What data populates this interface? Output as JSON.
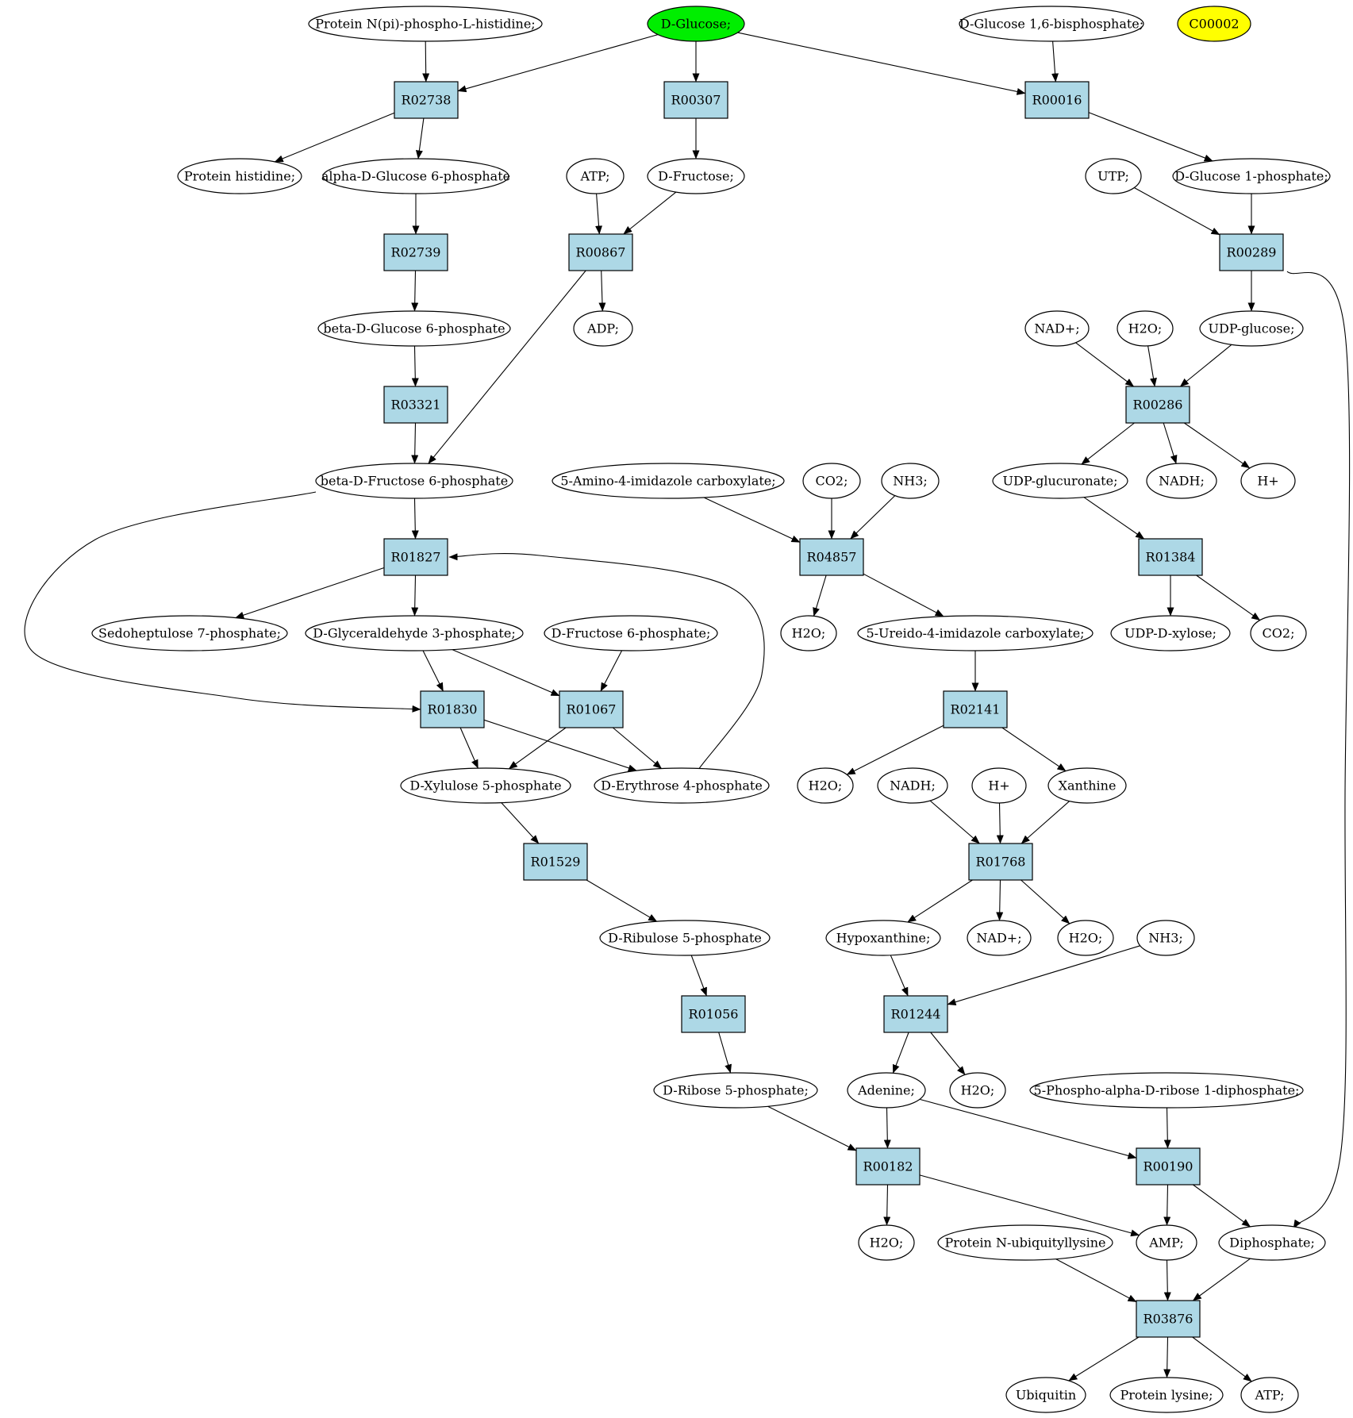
{
  "highlight_colors": {
    "start": "#00ee00",
    "marker": "#ffff00",
    "reaction": "#add8e6"
  },
  "nodes": {
    "c_pnph": {
      "label": "Protein N(pi)-phospho-L-histidine;",
      "kind": "compound"
    },
    "c_dglc": {
      "label": "D-Glucose;",
      "kind": "compound",
      "highlight": "start"
    },
    "c_dg16bp": {
      "label": "D-Glucose 1,6-bisphosphate;",
      "kind": "compound"
    },
    "c_c00002": {
      "label": "C00002",
      "kind": "compound",
      "highlight": "marker"
    },
    "r_R02738": {
      "label": "R02738",
      "kind": "reaction"
    },
    "r_R00307": {
      "label": "R00307",
      "kind": "reaction"
    },
    "r_R00016": {
      "label": "R00016",
      "kind": "reaction"
    },
    "c_phis": {
      "label": "Protein histidine;",
      "kind": "compound"
    },
    "c_ag6p": {
      "label": "alpha-D-Glucose 6-phosphate",
      "kind": "compound"
    },
    "c_atp1": {
      "label": "ATP;",
      "kind": "compound"
    },
    "c_dfru": {
      "label": "D-Fructose;",
      "kind": "compound"
    },
    "c_utp": {
      "label": "UTP;",
      "kind": "compound"
    },
    "c_g1p": {
      "label": "D-Glucose 1-phosphate;",
      "kind": "compound"
    },
    "r_R02739": {
      "label": "R02739",
      "kind": "reaction"
    },
    "r_R00867": {
      "label": "R00867",
      "kind": "reaction"
    },
    "r_R00289": {
      "label": "R00289",
      "kind": "reaction"
    },
    "c_bg6p": {
      "label": "beta-D-Glucose 6-phosphate",
      "kind": "compound"
    },
    "c_adp": {
      "label": "ADP;",
      "kind": "compound"
    },
    "c_nad1": {
      "label": "NAD+;",
      "kind": "compound"
    },
    "c_h2o1": {
      "label": "H2O;",
      "kind": "compound"
    },
    "c_udpg": {
      "label": "UDP-glucose;",
      "kind": "compound"
    },
    "r_R03321": {
      "label": "R03321",
      "kind": "reaction"
    },
    "r_R00286": {
      "label": "R00286",
      "kind": "reaction"
    },
    "c_bf6p": {
      "label": "beta-D-Fructose 6-phosphate",
      "kind": "compound"
    },
    "c_aicarb": {
      "label": "5-Amino-4-imidazole carboxylate;",
      "kind": "compound"
    },
    "c_co2a": {
      "label": "CO2;",
      "kind": "compound"
    },
    "c_nh3a": {
      "label": "NH3;",
      "kind": "compound"
    },
    "c_udpgl": {
      "label": "UDP-glucuronate;",
      "kind": "compound"
    },
    "c_nadh1": {
      "label": "NADH;",
      "kind": "compound"
    },
    "c_hp1": {
      "label": "H+",
      "kind": "compound"
    },
    "r_R01827": {
      "label": "R01827",
      "kind": "reaction"
    },
    "r_R04857": {
      "label": "R04857",
      "kind": "reaction"
    },
    "r_R01384": {
      "label": "R01384",
      "kind": "reaction"
    },
    "c_s7p": {
      "label": "Sedoheptulose 7-phosphate;",
      "kind": "compound"
    },
    "c_ga3p": {
      "label": "D-Glyceraldehyde 3-phosphate;",
      "kind": "compound"
    },
    "c_f6p": {
      "label": "D-Fructose 6-phosphate;",
      "kind": "compound"
    },
    "c_h2o2": {
      "label": "H2O;",
      "kind": "compound"
    },
    "c_uicarb": {
      "label": "5-Ureido-4-imidazole carboxylate;",
      "kind": "compound"
    },
    "c_udpx": {
      "label": "UDP-D-xylose;",
      "kind": "compound"
    },
    "c_co2b": {
      "label": "CO2;",
      "kind": "compound"
    },
    "r_R01830": {
      "label": "R01830",
      "kind": "reaction"
    },
    "r_R01067": {
      "label": "R01067",
      "kind": "reaction"
    },
    "r_R02141": {
      "label": "R02141",
      "kind": "reaction"
    },
    "c_x5p": {
      "label": "D-Xylulose 5-phosphate",
      "kind": "compound"
    },
    "c_e4p": {
      "label": "D-Erythrose 4-phosphate",
      "kind": "compound"
    },
    "c_h2o3": {
      "label": "H2O;",
      "kind": "compound"
    },
    "c_nadh2": {
      "label": "NADH;",
      "kind": "compound"
    },
    "c_hp2": {
      "label": "H+",
      "kind": "compound"
    },
    "c_xan": {
      "label": "Xanthine",
      "kind": "compound"
    },
    "r_R01529": {
      "label": "R01529",
      "kind": "reaction"
    },
    "r_R01768": {
      "label": "R01768",
      "kind": "reaction"
    },
    "c_ru5p": {
      "label": "D-Ribulose 5-phosphate",
      "kind": "compound"
    },
    "c_hyp": {
      "label": "Hypoxanthine;",
      "kind": "compound"
    },
    "c_nad2": {
      "label": "NAD+;",
      "kind": "compound"
    },
    "c_h2o4": {
      "label": "H2O;",
      "kind": "compound"
    },
    "c_nh3b": {
      "label": "NH3;",
      "kind": "compound"
    },
    "r_R01056": {
      "label": "R01056",
      "kind": "reaction"
    },
    "r_R01244": {
      "label": "R01244",
      "kind": "reaction"
    },
    "c_r5p": {
      "label": "D-Ribose 5-phosphate;",
      "kind": "compound"
    },
    "c_ade": {
      "label": "Adenine;",
      "kind": "compound"
    },
    "c_h2o5": {
      "label": "H2O;",
      "kind": "compound"
    },
    "c_prpp": {
      "label": "5-Phospho-alpha-D-ribose 1-diphosphate;",
      "kind": "compound"
    },
    "r_R00182": {
      "label": "R00182",
      "kind": "reaction"
    },
    "r_R00190": {
      "label": "R00190",
      "kind": "reaction"
    },
    "c_h2o6": {
      "label": "H2O;",
      "kind": "compound"
    },
    "c_pnub": {
      "label": "Protein N-ubiquityllysine",
      "kind": "compound"
    },
    "c_amp": {
      "label": "AMP;",
      "kind": "compound"
    },
    "c_ppi": {
      "label": "Diphosphate;",
      "kind": "compound"
    },
    "r_R03876": {
      "label": "R03876",
      "kind": "reaction"
    },
    "c_ubq": {
      "label": "Ubiquitin",
      "kind": "compound"
    },
    "c_plys": {
      "label": "Protein lysine;",
      "kind": "compound"
    },
    "c_atp2": {
      "label": "ATP;",
      "kind": "compound"
    }
  },
  "edges": [
    [
      "c_pnph",
      "r_R02738"
    ],
    [
      "c_dglc",
      "r_R02738"
    ],
    [
      "c_dglc",
      "r_R00307"
    ],
    [
      "c_dglc",
      "r_R00016"
    ],
    [
      "c_dg16bp",
      "r_R00016"
    ],
    [
      "r_R02738",
      "c_phis"
    ],
    [
      "r_R02738",
      "c_ag6p"
    ],
    [
      "r_R00307",
      "c_dfru"
    ],
    [
      "r_R00016",
      "c_g1p"
    ],
    [
      "c_ag6p",
      "r_R02739"
    ],
    [
      "c_atp1",
      "r_R00867"
    ],
    [
      "c_dfru",
      "r_R00867"
    ],
    [
      "c_utp",
      "r_R00289"
    ],
    [
      "c_g1p",
      "r_R00289"
    ],
    [
      "r_R02739",
      "c_bg6p"
    ],
    [
      "r_R00867",
      "c_adp"
    ],
    [
      "r_R00867",
      "c_bf6p"
    ],
    [
      "r_R00289",
      "c_udpg"
    ],
    [
      "r_R00289",
      "c_ppi"
    ],
    [
      "c_bg6p",
      "r_R03321"
    ],
    [
      "c_nad1",
      "r_R00286"
    ],
    [
      "c_h2o1",
      "r_R00286"
    ],
    [
      "c_udpg",
      "r_R00286"
    ],
    [
      "r_R03321",
      "c_bf6p"
    ],
    [
      "r_R00286",
      "c_udpgl"
    ],
    [
      "r_R00286",
      "c_nadh1"
    ],
    [
      "r_R00286",
      "c_hp1"
    ],
    [
      "c_bf6p",
      "r_R01827"
    ],
    [
      "c_bf6p",
      "r_R01830"
    ],
    [
      "c_aicarb",
      "r_R04857"
    ],
    [
      "c_co2a",
      "r_R04857"
    ],
    [
      "c_nh3a",
      "r_R04857"
    ],
    [
      "c_udpgl",
      "r_R01384"
    ],
    [
      "r_R01827",
      "c_s7p"
    ],
    [
      "r_R01827",
      "c_ga3p"
    ],
    [
      "c_e4p",
      "r_R01827"
    ],
    [
      "r_R04857",
      "c_h2o2"
    ],
    [
      "r_R04857",
      "c_uicarb"
    ],
    [
      "r_R01384",
      "c_udpx"
    ],
    [
      "r_R01384",
      "c_co2b"
    ],
    [
      "c_ga3p",
      "r_R01830"
    ],
    [
      "c_ga3p",
      "r_R01067"
    ],
    [
      "c_f6p",
      "r_R01067"
    ],
    [
      "c_uicarb",
      "r_R02141"
    ],
    [
      "r_R01830",
      "c_x5p"
    ],
    [
      "r_R01830",
      "c_e4p"
    ],
    [
      "r_R01067",
      "c_x5p"
    ],
    [
      "r_R01067",
      "c_e4p"
    ],
    [
      "r_R02141",
      "c_h2o3"
    ],
    [
      "r_R02141",
      "c_xan"
    ],
    [
      "c_nadh2",
      "r_R01768"
    ],
    [
      "c_hp2",
      "r_R01768"
    ],
    [
      "c_xan",
      "r_R01768"
    ],
    [
      "c_x5p",
      "r_R01529"
    ],
    [
      "r_R01529",
      "c_ru5p"
    ],
    [
      "r_R01768",
      "c_hyp"
    ],
    [
      "r_R01768",
      "c_nad2"
    ],
    [
      "r_R01768",
      "c_h2o4"
    ],
    [
      "c_ru5p",
      "r_R01056"
    ],
    [
      "c_hyp",
      "r_R01244"
    ],
    [
      "c_nh3b",
      "r_R01244"
    ],
    [
      "r_R01056",
      "c_r5p"
    ],
    [
      "r_R01244",
      "c_ade"
    ],
    [
      "r_R01244",
      "c_h2o5"
    ],
    [
      "c_r5p",
      "r_R00182"
    ],
    [
      "c_ade",
      "r_R00182"
    ],
    [
      "c_ade",
      "r_R00190"
    ],
    [
      "c_prpp",
      "r_R00190"
    ],
    [
      "r_R00182",
      "c_h2o6"
    ],
    [
      "r_R00182",
      "c_amp"
    ],
    [
      "r_R00190",
      "c_amp"
    ],
    [
      "r_R00190",
      "c_ppi"
    ],
    [
      "c_pnub",
      "r_R03876"
    ],
    [
      "c_amp",
      "r_R03876"
    ],
    [
      "c_ppi",
      "r_R03876"
    ],
    [
      "r_R03876",
      "c_ubq"
    ],
    [
      "r_R03876",
      "c_plys"
    ],
    [
      "r_R03876",
      "c_atp2"
    ]
  ]
}
